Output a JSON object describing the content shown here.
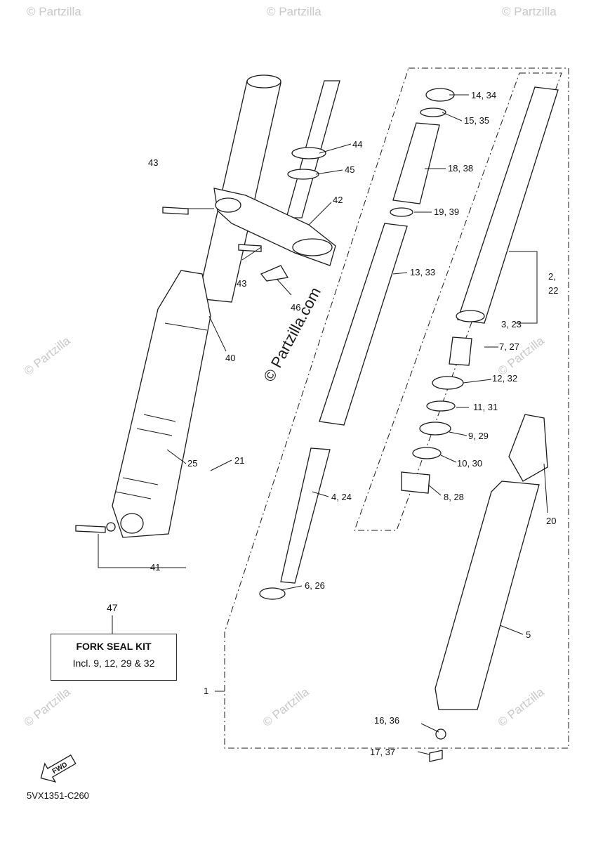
{
  "watermark": {
    "small": "© Partzilla",
    "big": "© Partzilla.com"
  },
  "kit": {
    "number": "47",
    "title": "FORK SEAL KIT",
    "desc": "Incl. 9, 12, 29 & 32"
  },
  "fwd": "FWD",
  "diagram_code": "5VX1351-C260",
  "callouts": [
    "14, 34",
    "15, 35",
    "44",
    "45",
    "18, 38",
    "42",
    "19, 39",
    "43",
    "43",
    "46",
    "13, 33",
    "2,",
    "22",
    "3, 23",
    "40",
    "7, 27",
    "12, 32",
    "11, 31",
    "9, 29",
    "10, 30",
    "25",
    "21",
    "4, 24",
    "8, 28",
    "20",
    "41",
    "6, 26",
    "5",
    "1",
    "16, 36",
    "17, 37"
  ]
}
